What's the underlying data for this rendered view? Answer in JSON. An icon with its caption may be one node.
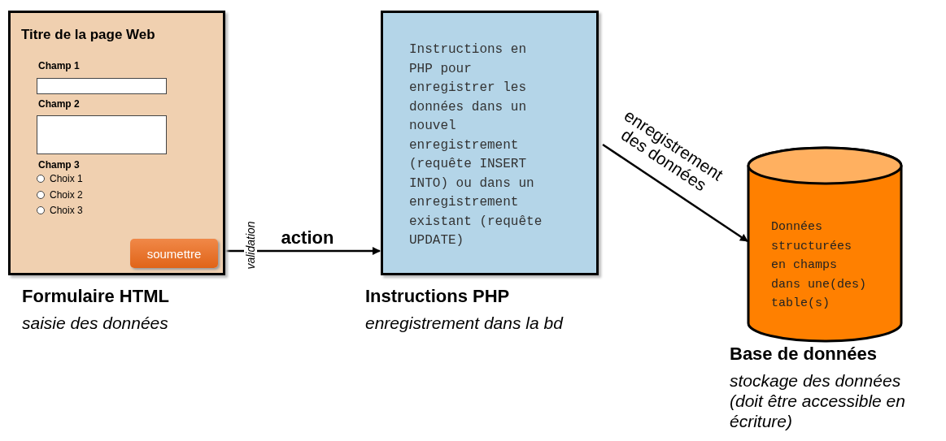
{
  "diagram": {
    "nodes": [
      {
        "text": [
          "Titre de la page Web"
        ],
        "beside": [
          "Formulaire HTML",
          "saisie des données"
        ]
      },
      {
        "text": [
          "soumettre"
        ],
        "in": 0
      },
      {
        "text": [
          "Instructions en PHP pour enregistrer les données dans un nouvel enregistrement (requête INSERT INTO) ou dans un enregistrement existant (requête UPDATE)"
        ],
        "beside": [
          "Instructions PHP",
          "enregistrement dans la bd"
        ]
      },
      {
        "text": [
          "Données structurées en champs dans une(des) table(s)"
        ],
        "beside": [
          "Base de données",
          "stockage des données (doit être accessible en écriture)"
        ]
      }
    ],
    "edges": [
      {
        "from": 1,
        "to": 2,
        "arrow": "to",
        "label": "action"
      },
      {
        "from": 2,
        "to": 3,
        "arrow": "to",
        "label": "enregistrement des données"
      }
    ],
    "labels": [
      "Champ 1",
      "Champ 2",
      "Champ 3",
      "Choix 1",
      "Choix 2",
      "Choix 3",
      "validation"
    ]
  }
}
